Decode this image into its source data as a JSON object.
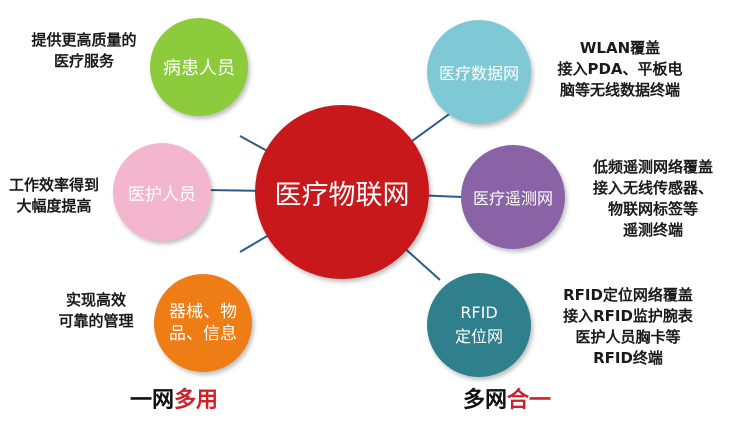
{
  "diagram": {
    "center": {
      "label": "医疗物联网",
      "color": "#c8181b"
    },
    "nodes": [
      {
        "id": "patients",
        "lines": [
          "病患人员"
        ],
        "color": "#8ccb3c"
      },
      {
        "id": "nurses",
        "lines": [
          "医护人员"
        ],
        "color": "#f4b6cf"
      },
      {
        "id": "devices",
        "lines": [
          "器械、物",
          "品、信息"
        ],
        "color": "#ef7d15"
      },
      {
        "id": "medical-network",
        "lines": [
          "医疗数据网"
        ],
        "color": "#7fc9d6"
      },
      {
        "id": "telemetry-network",
        "lines": [
          "医疗遥测网"
        ],
        "color": "#8a62a6"
      },
      {
        "id": "rfid-network",
        "lines": [
          "RFID",
          "定位网"
        ],
        "color": "#2f7f8d"
      }
    ],
    "annotations": [
      {
        "id": "patients-note",
        "lines": [
          "提供更高质量的",
          "医疗服务"
        ]
      },
      {
        "id": "nurses-note",
        "lines": [
          "工作效率得到",
          "大幅度提高"
        ]
      },
      {
        "id": "devices-note",
        "lines": [
          "实现高效",
          "可靠的管理"
        ]
      },
      {
        "id": "medical-network-note",
        "lines": [
          "WLAN覆盖",
          "接入PDA、平板电",
          "脑等无线数据终端"
        ]
      },
      {
        "id": "telemetry-network-note",
        "lines": [
          "低频遥测网络覆盖",
          "接入无线传感器、",
          "物联网标签等",
          "遥测终端"
        ]
      },
      {
        "id": "rfid-network-note",
        "lines": [
          "RFID定位网络覆盖",
          "接入RFID监护腕表",
          "医护人员胸卡等",
          "RFID终端"
        ]
      }
    ],
    "footer_left": {
      "black": "一网",
      "red": "多用"
    },
    "footer_right": {
      "black": "多网",
      "red": "合一"
    },
    "line_color": "#2e5b8a"
  }
}
